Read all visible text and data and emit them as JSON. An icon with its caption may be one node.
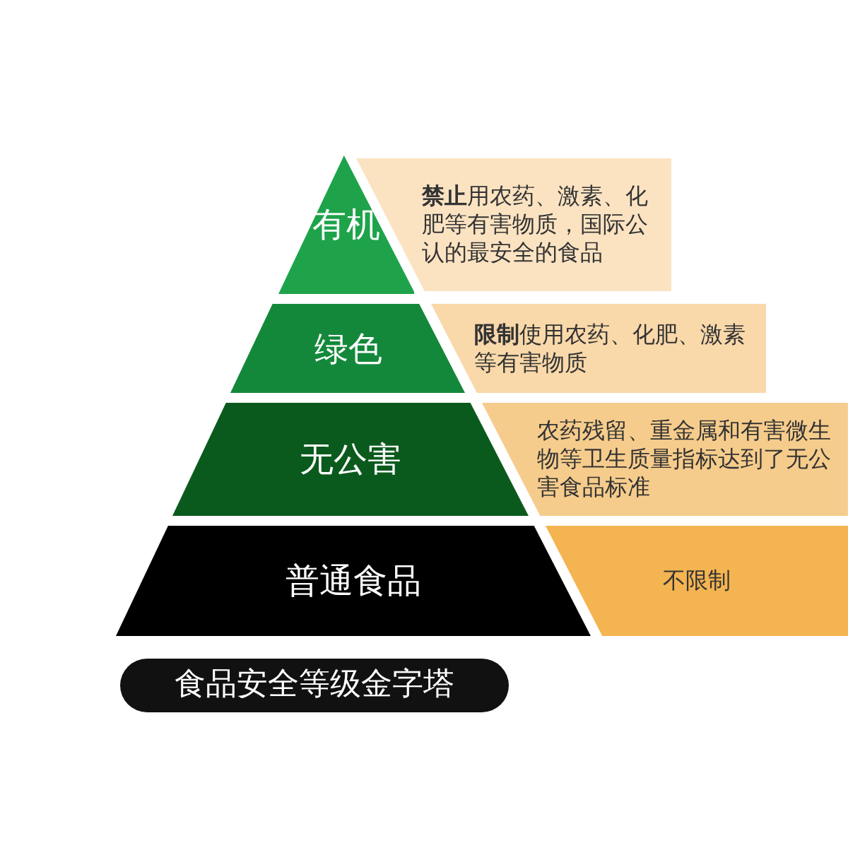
{
  "diagram": {
    "title": "食品安全等级金字塔",
    "nodes": [
      {
        "text": [
          "有机"
        ]
      },
      {
        "text": [
          "**禁止**用农药、激素、化肥等有害物质，国际公认的最安全的食品"
        ]
      },
      {
        "text": [
          "绿色"
        ]
      },
      {
        "text": [
          "**限制**使用农药、化肥、激素等有害物质"
        ]
      },
      {
        "text": [
          "无公害"
        ]
      },
      {
        "text": [
          "农药残留、重金属和有害微生物等卫生质量指标达到了无公害食品标准"
        ]
      },
      {
        "text": [
          "普通食品"
        ]
      },
      {
        "text": [
          "不限制"
        ]
      }
    ],
    "edges": []
  }
}
